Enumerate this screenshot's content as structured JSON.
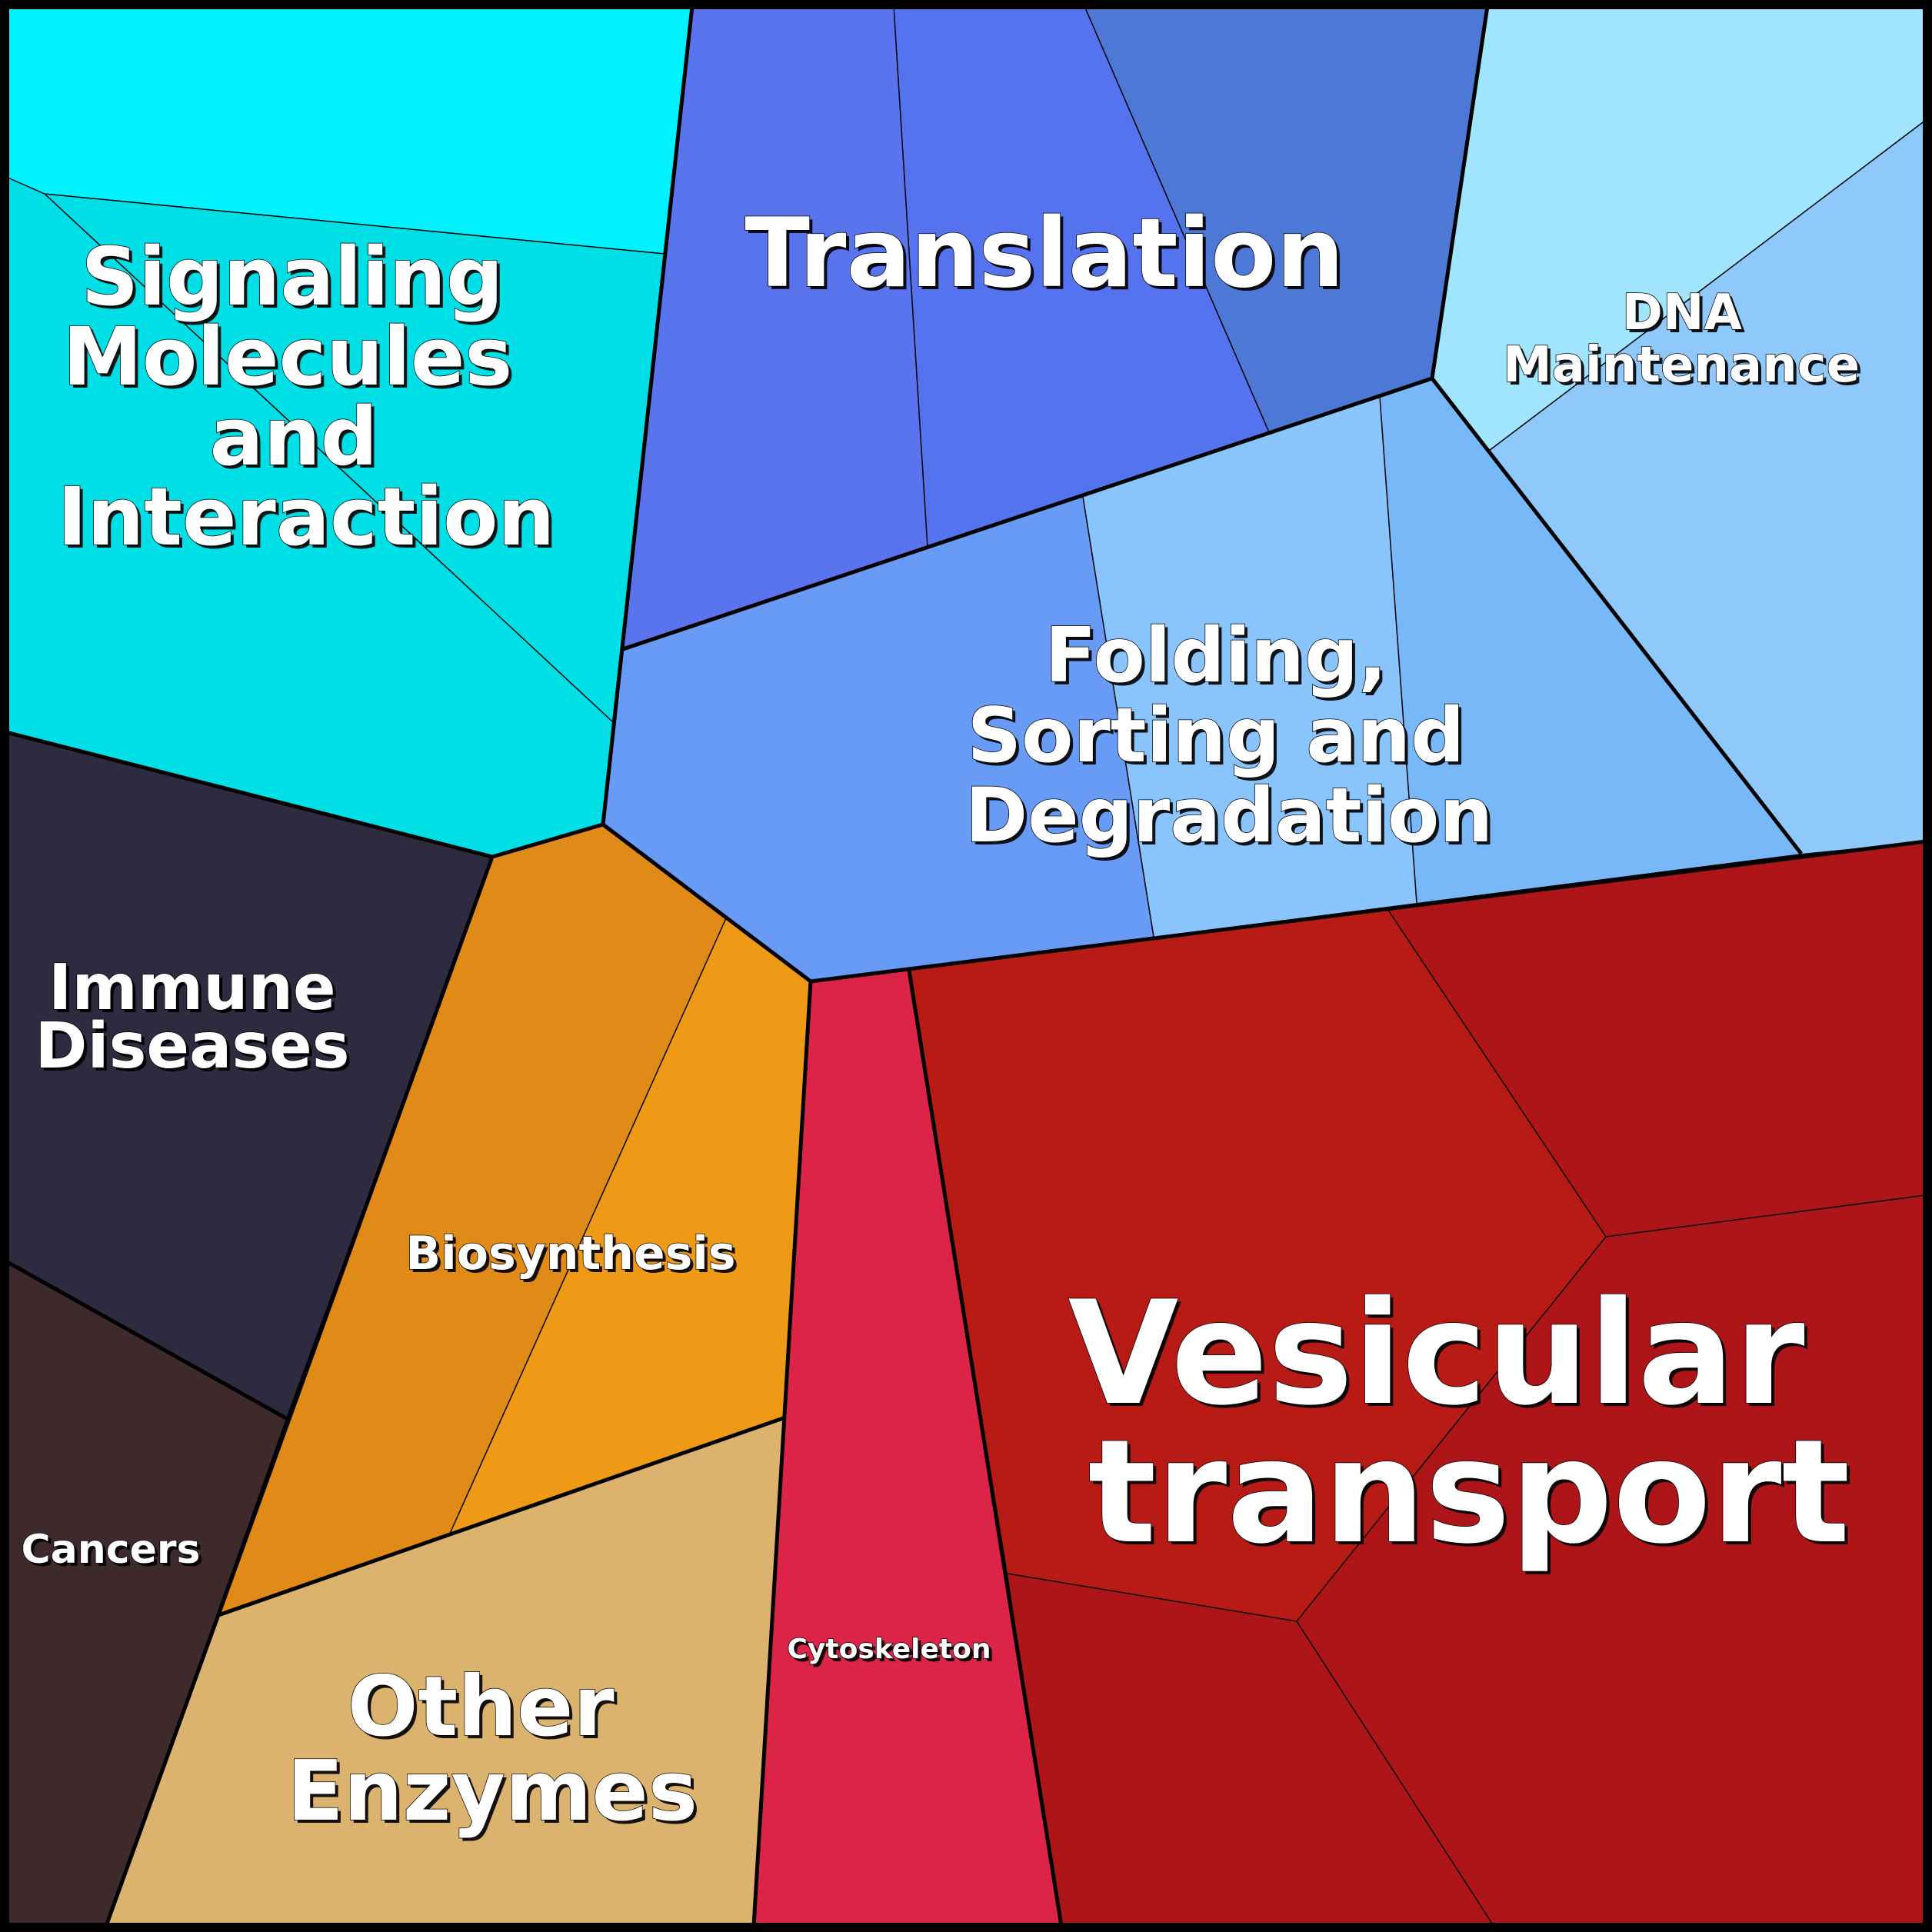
{
  "diagram": {
    "type": "voronoi-treemap",
    "categories": [
      {
        "id": "signaling",
        "label_lines": [
          "Signaling",
          "Molecules",
          "and",
          "Interaction"
        ],
        "colors": [
          "#00F2FE",
          "#00DEE6"
        ]
      },
      {
        "id": "translation",
        "label_lines": [
          "Translation"
        ],
        "colors": [
          "#5A74EE",
          "#5573EE",
          "#4D78D6"
        ]
      },
      {
        "id": "dna",
        "label_lines": [
          "DNA",
          "Maintenance"
        ],
        "colors": [
          "#A0E4FE",
          "#8FC9FC"
        ]
      },
      {
        "id": "folding",
        "label_lines": [
          "Folding,",
          "Sorting and",
          "Degradation"
        ],
        "colors": [
          "#679BF5",
          "#8AC4FD",
          "#78B7F8"
        ]
      },
      {
        "id": "immune",
        "label_lines": [
          "Immune",
          "Diseases"
        ],
        "colors": [
          "#2E2A40"
        ]
      },
      {
        "id": "cancers",
        "label_lines": [
          "Cancers"
        ],
        "colors": [
          "#3E2A2C"
        ]
      },
      {
        "id": "biosynthesis",
        "label_lines": [
          "Biosynthesis"
        ],
        "colors": [
          "#E08A18",
          "#EF9A16"
        ]
      },
      {
        "id": "other_enzymes",
        "label_lines": [
          "Other",
          "Enzymes"
        ],
        "colors": [
          "#DCB36E"
        ]
      },
      {
        "id": "cytoskeleton",
        "label_lines": [
          "Cytoskeleton"
        ],
        "colors": [
          "#DC2448"
        ]
      },
      {
        "id": "vesicular",
        "label_lines": [
          "Vesicular",
          "transport"
        ],
        "colors": [
          "#B81A15",
          "#AD1518"
        ]
      }
    ]
  }
}
